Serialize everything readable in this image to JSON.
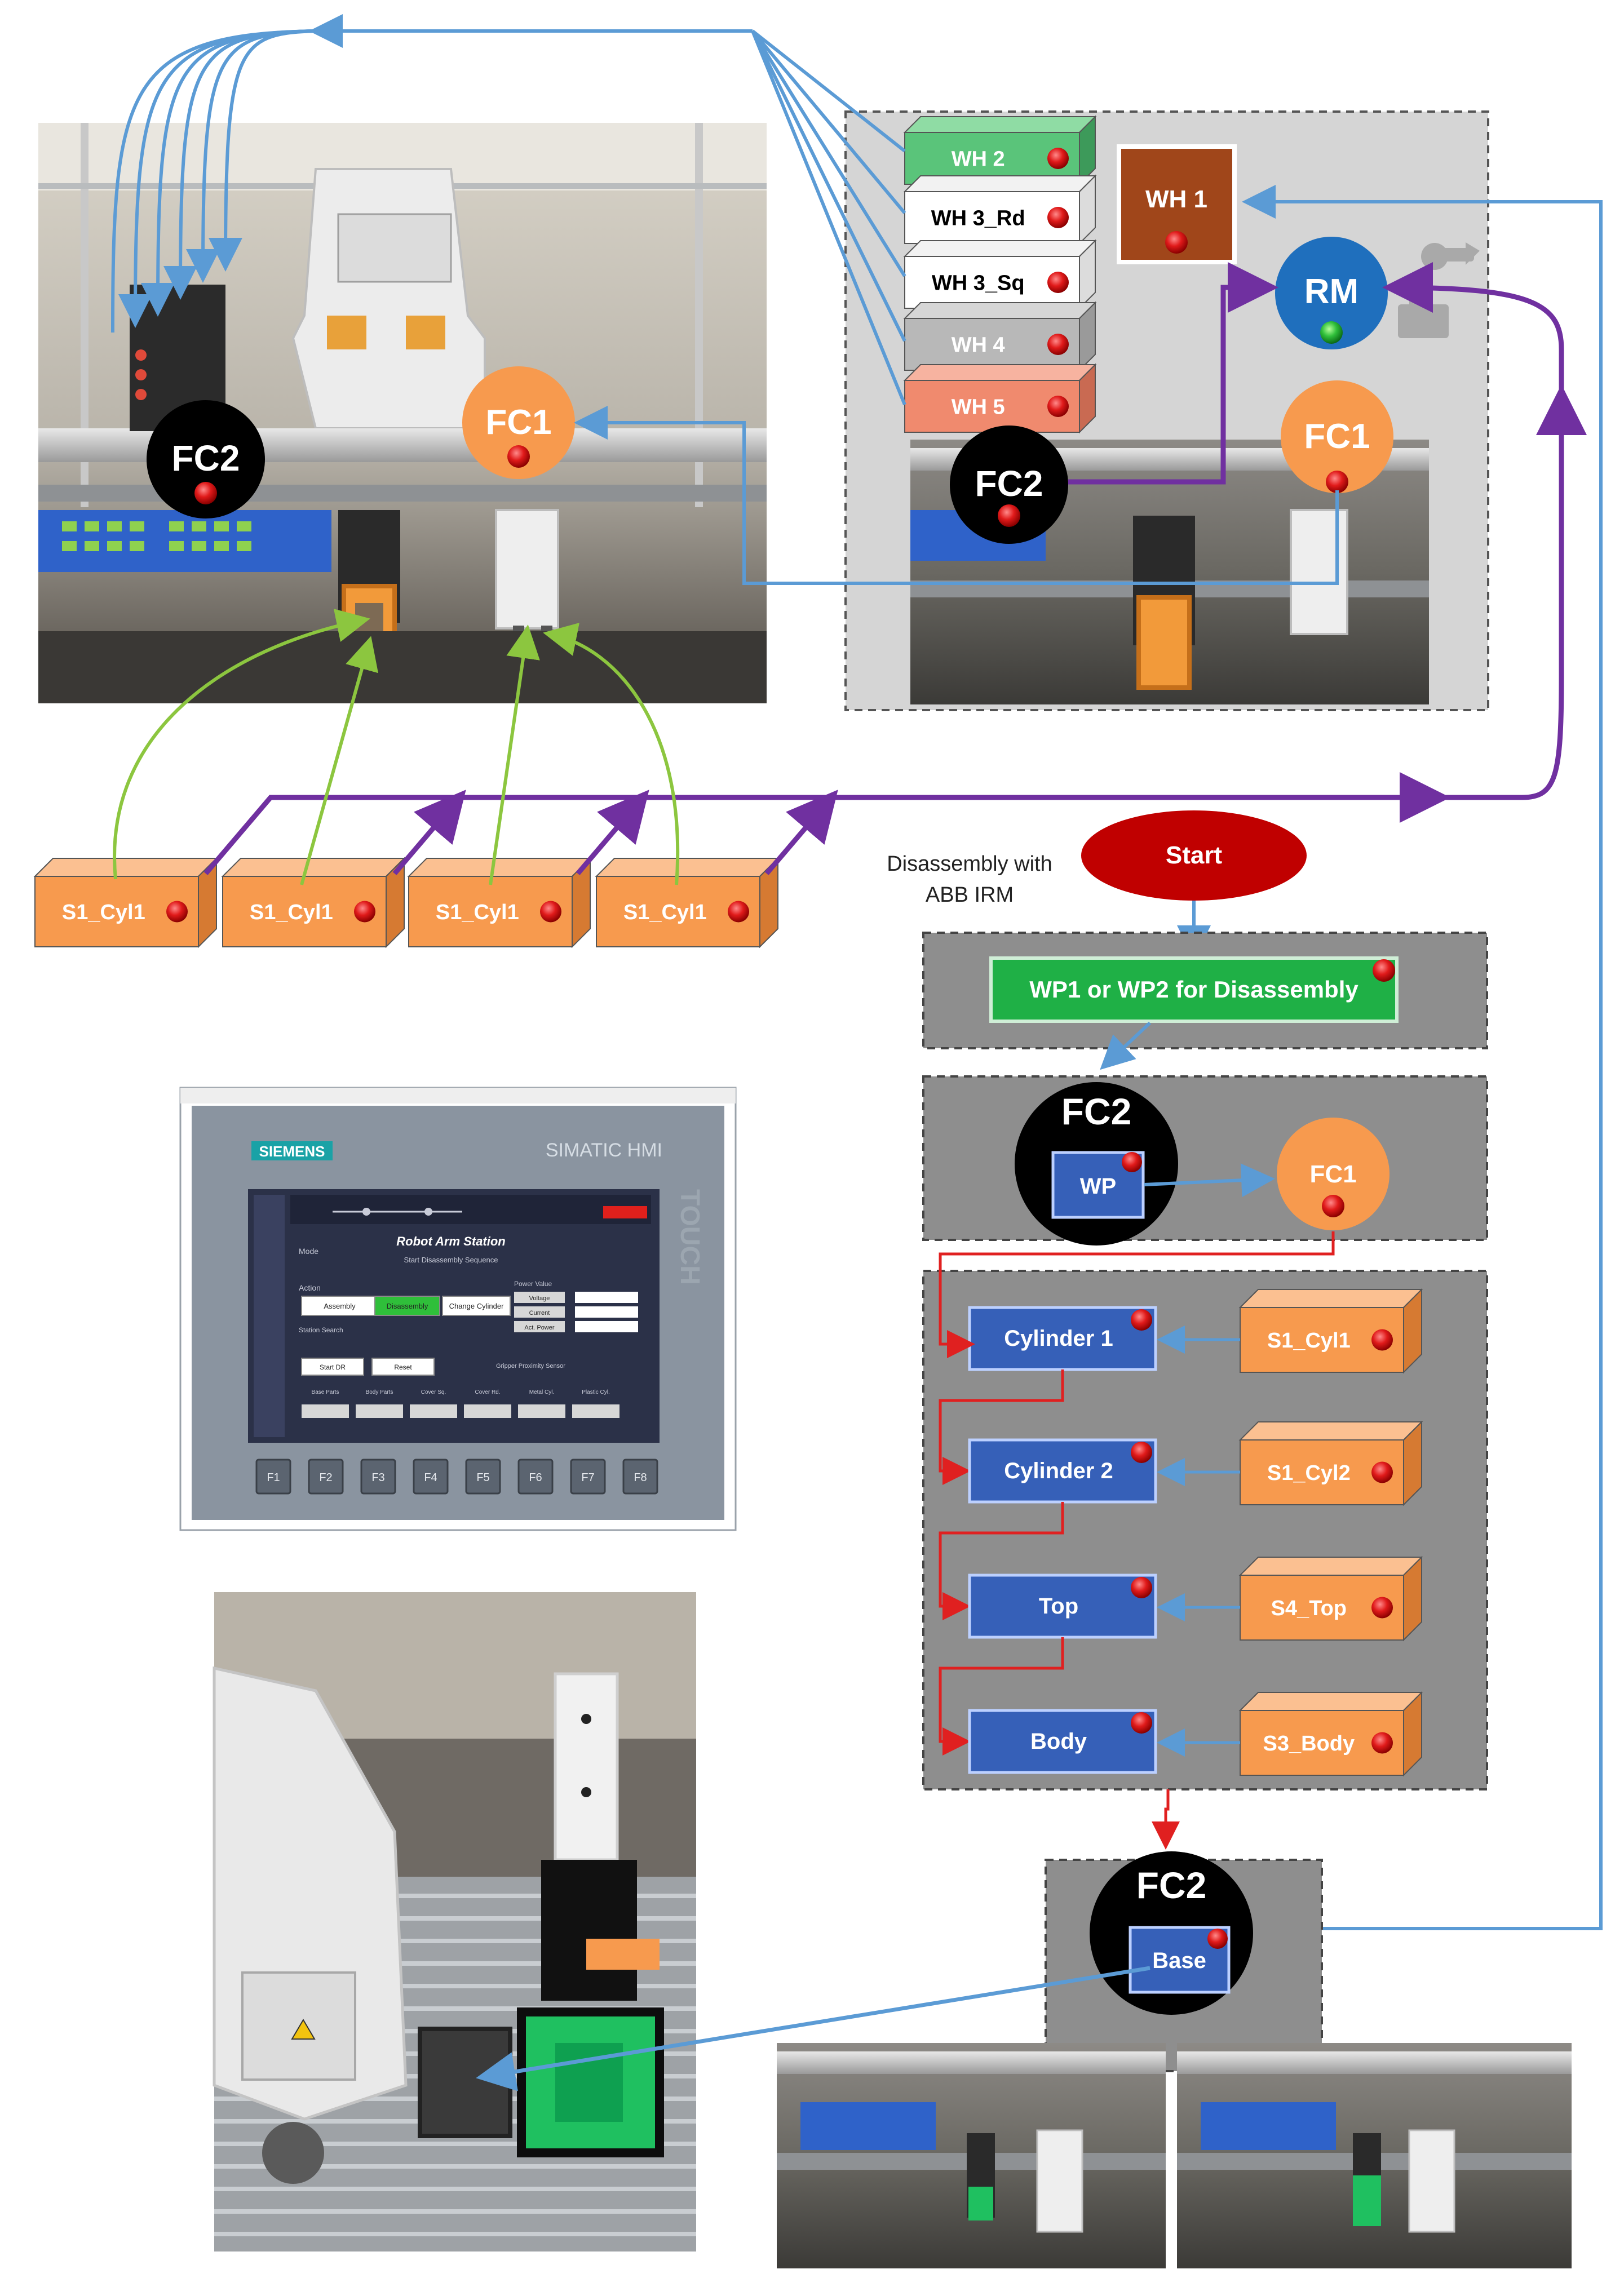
{
  "top_left_photo": {
    "fc2": "FC2",
    "fc1": "FC1"
  },
  "panel_top_right": {
    "warehouses": [
      "WH 2",
      "WH 3_Rd",
      "WH 3_Sq",
      "WH 4",
      "WH 5"
    ],
    "wh1": "WH 1",
    "rm": "RM",
    "fc2": "FC2",
    "fc1": "FC1"
  },
  "sensors_row": [
    "S1_Cyl1",
    "S1_Cyl1",
    "S1_Cyl1",
    "S1_Cyl1"
  ],
  "flow": {
    "caption": [
      "Disassembly with",
      "ABB IRM"
    ],
    "start": "Start",
    "wp_select": "WP1 or WP2 for Disassembly",
    "fc2": "FC2",
    "wp": "WP",
    "fc1": "FC1",
    "steps": [
      {
        "part": "Cylinder 1",
        "sensor": "S1_Cyl1"
      },
      {
        "part": "Cylinder 2",
        "sensor": "S1_Cyl2"
      },
      {
        "part": "Top",
        "sensor": "S4_Top"
      },
      {
        "part": "Body",
        "sensor": "S3_Body"
      }
    ],
    "fc2_base": "FC2",
    "base": "Base"
  },
  "hmi": {
    "brand": "SIEMENS",
    "model": "SIMATIC HMI",
    "touch": "TOUCH",
    "station_title": "Robot Arm Station",
    "station_subtitle": "Start Disassembly Sequence",
    "mode_label": "Mode",
    "action_label": "Action",
    "power_label": "Power Value",
    "status_label": "Station Search",
    "actions": [
      "Assembly",
      "Disassembly",
      "Change Cylinder"
    ],
    "power_fields": [
      "Voltage",
      "Current",
      "Act. Power"
    ],
    "status_buttons": [
      "Start DR",
      "Reset"
    ],
    "gripper_label": "Gripper Proximity Sensor",
    "parts_header": [
      "Base Parts",
      "Body Parts",
      "Cover Sq.",
      "Cover Rd.",
      "Metal Cyl.",
      "Plastic Cyl."
    ],
    "fkeys": [
      "F1",
      "F2",
      "F3",
      "F4",
      "F5",
      "F6",
      "F7",
      "F8"
    ],
    "colors": {
      "bezel": "#8a94a0",
      "screen": "#2b3148",
      "active": "#2fbf3a",
      "alarm": "#e0201c"
    }
  },
  "colors": {
    "orange": "#f79a4e",
    "blue_part": "#3660b8",
    "green": "#1fb046",
    "red_dot": "#e01a1a",
    "arrow_blue": "#5b9bd5",
    "arrow_purple": "#7030a0",
    "arrow_green": "#8cc63f",
    "arrow_red": "#e02020",
    "start_red": "#c00000",
    "rm_blue": "#1f6fbd",
    "wh1_brown": "#a0461a"
  }
}
